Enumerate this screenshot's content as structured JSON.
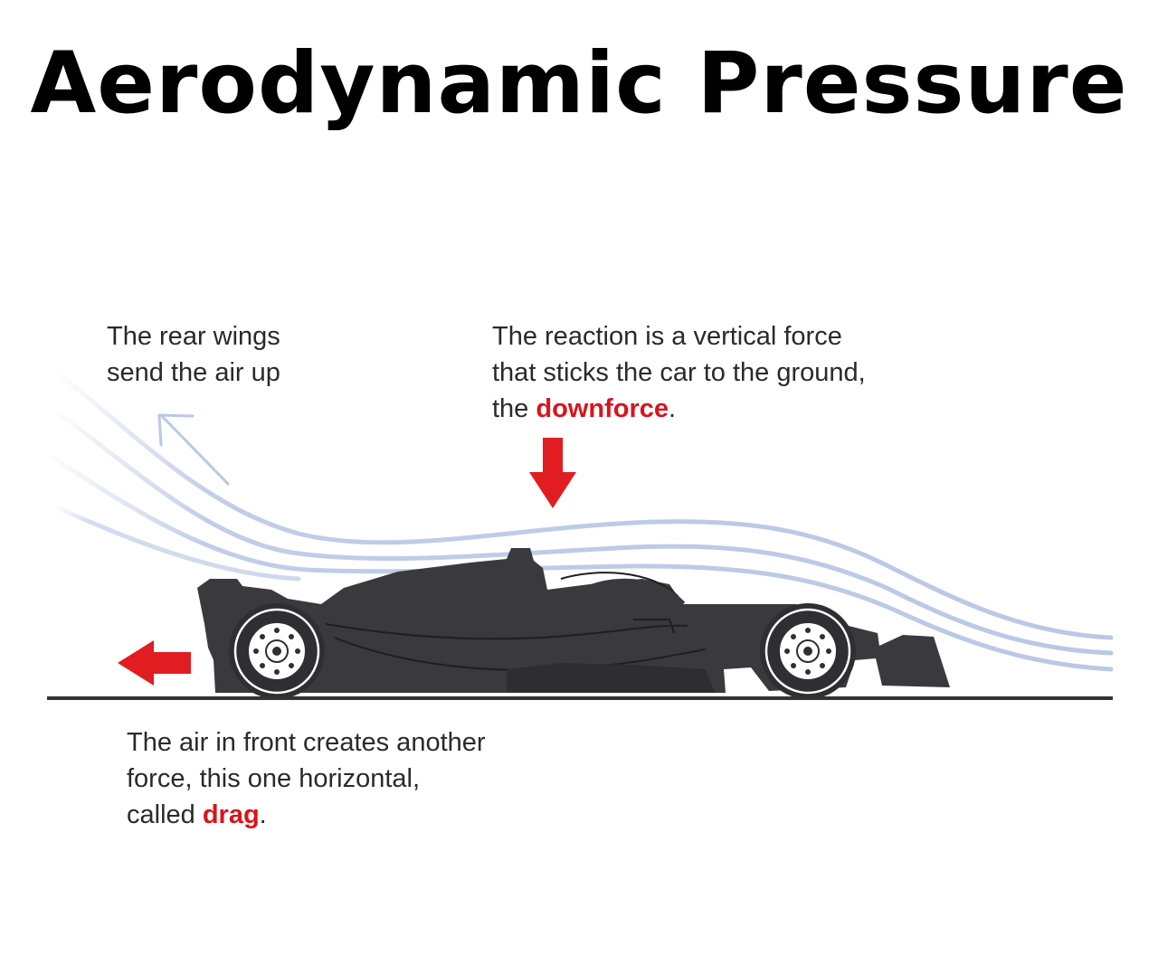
{
  "title": "Aerodynamic Pressure",
  "captions": {
    "rear_wings": {
      "line1": "The rear wings",
      "line2": "send the air up"
    },
    "downforce": {
      "line1": "The reaction is a vertical force",
      "line2": "that sticks the car to the ground,",
      "line3_prefix": "the ",
      "line3_highlight": "downforce",
      "line3_suffix": "."
    },
    "drag": {
      "line1": "The air in front creates another",
      "line2": "force, this one horizontal,",
      "line3_prefix": "called ",
      "line3_highlight": "drag",
      "line3_suffix": "."
    }
  },
  "colors": {
    "highlight": "#d9141c",
    "arrow_red": "#e11d22",
    "airflow": "#b9c8e6",
    "car": "#3a3a3e",
    "ground": "#333333"
  },
  "icons": {
    "downforce_arrow": "arrow-down-icon",
    "drag_arrow": "arrow-left-icon",
    "airflow_arrow": "arrow-up-left-icon"
  }
}
